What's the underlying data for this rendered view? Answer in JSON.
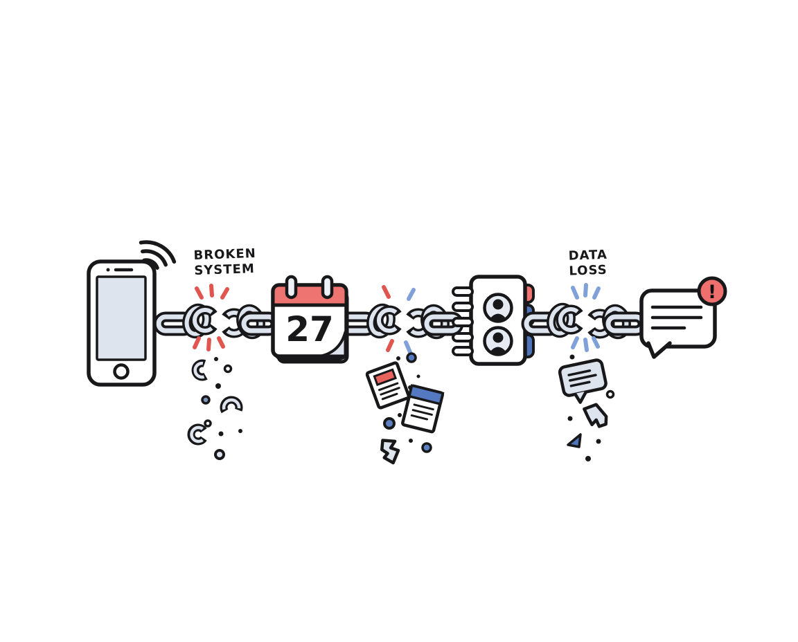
{
  "title": "Broken chain illustration: disconnected devices and data loss",
  "labels": {
    "broken_system_line1": "BROKEN",
    "broken_system_line2": "SYSTEM",
    "data_loss_line1": "DATA",
    "data_loss_line2": "LOSS"
  },
  "calendar": {
    "date": "27"
  },
  "alert_badge": {
    "symbol": "!"
  },
  "icons": {
    "smartphone-icon": "outlined phone with screen and home button",
    "wifi-signal-icon": "three signal arcs at phone corner",
    "chain-link-icon": "interlocked chain links, three broken gaps",
    "calendar-icon": "flip calendar with red header and two rings",
    "contacts-book-icon": "address book with spiral rings, two avatars, colored tabs",
    "chat-bubble-icon": "speech bubble with three text lines",
    "alert-badge-icon": "red circle with exclamation mark",
    "document-icon": "falling tilted documents with red and blue headers",
    "torn-paper-icon": "jagged torn paper shards",
    "spark-icon": "short break-impact dashes (red and blue)"
  },
  "colors": {
    "outline": "#18181a",
    "light_fill": "#dde4ee",
    "white": "#ffffff",
    "red_fill": "#ed7470",
    "red_spark": "#e0564e",
    "blue_fill": "#4f74b8",
    "blue_doc": "#5579c1",
    "blue_spark": "#7fa0d8",
    "slate_dot": "#7d95bb"
  }
}
